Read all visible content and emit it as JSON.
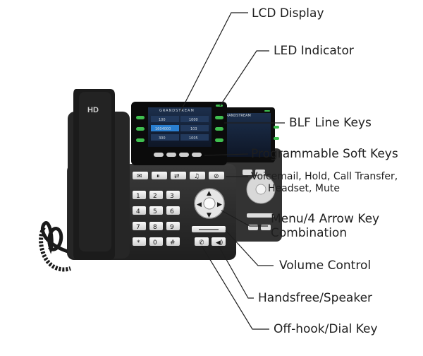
{
  "phone": {
    "handset_label": "HD",
    "brand": "GRANDSTREAM",
    "brand_rear": "GRANDSTREAM",
    "lcd_rows": [
      {
        "left": "100",
        "right": "1000"
      },
      {
        "left": "1604000",
        "right": "103"
      },
      {
        "left": "300",
        "right": "1005"
      }
    ],
    "keypad": [
      "1",
      "2",
      "3",
      "4",
      "5",
      "6",
      "7",
      "8",
      "9",
      "*",
      "0",
      "#"
    ]
  },
  "callouts": {
    "lcd_display": "LCD Display",
    "led_indicator": "LED Indicator",
    "blf_line_keys": "BLF Line Keys",
    "programmable_soft_keys": "Programmable Soft Keys",
    "function_keys_line1": "Voicemail, Hold, Call Transfer,",
    "function_keys_line2": "Headset, Mute",
    "menu_arrow_line1": "Menu/4 Arrow Key",
    "menu_arrow_line2": "Combination",
    "volume_control": "Volume Control",
    "handsfree_speaker": "Handsfree/Speaker",
    "offhook_dial": "Off-hook/Dial Key"
  },
  "colors": {
    "body": "#2b2b2b",
    "screen_bg": "#15233a",
    "led": "#3fbf4f",
    "leader_line": "#1e1e1e"
  }
}
